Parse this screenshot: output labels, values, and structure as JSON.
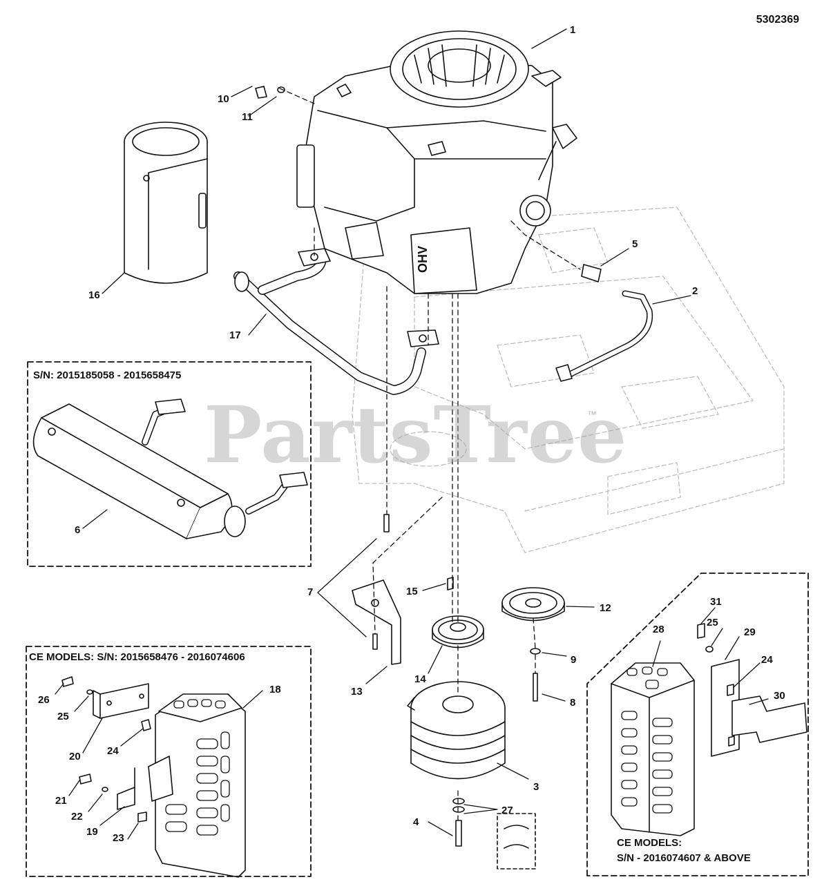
{
  "document_number": "5302369",
  "watermark": "PartsTree",
  "watermark_tm": "™",
  "boxes": {
    "sn_box_title": "S/N: 2015185058 - 2015658475",
    "ce_box_title": "CE MODELS: S/N: 2015658476 - 2016074606",
    "ce_right_line1": "CE MODELS:",
    "ce_right_line2": "S/N - 2016074607 & ABOVE"
  },
  "callouts": {
    "c1": "1",
    "c2": "2",
    "c3": "3",
    "c4": "4",
    "c5": "5",
    "c6": "6",
    "c7": "7",
    "c8": "8",
    "c9": "9",
    "c10": "10",
    "c11": "11",
    "c12": "12",
    "c13": "13",
    "c14": "14",
    "c15": "15",
    "c16": "16",
    "c17": "17",
    "c18": "18",
    "c19": "19",
    "c20": "20",
    "c21": "21",
    "c22": "22",
    "c23": "23",
    "c24a": "24",
    "c24b": "24",
    "c25a": "25",
    "c25b": "25",
    "c26": "26",
    "c27": "27",
    "c28": "28",
    "c29": "29",
    "c30": "30",
    "c31": "31"
  },
  "colors": {
    "line": "#111111",
    "frame_dashed": "#b8b8b8",
    "watermark": "#a5a5a5"
  }
}
